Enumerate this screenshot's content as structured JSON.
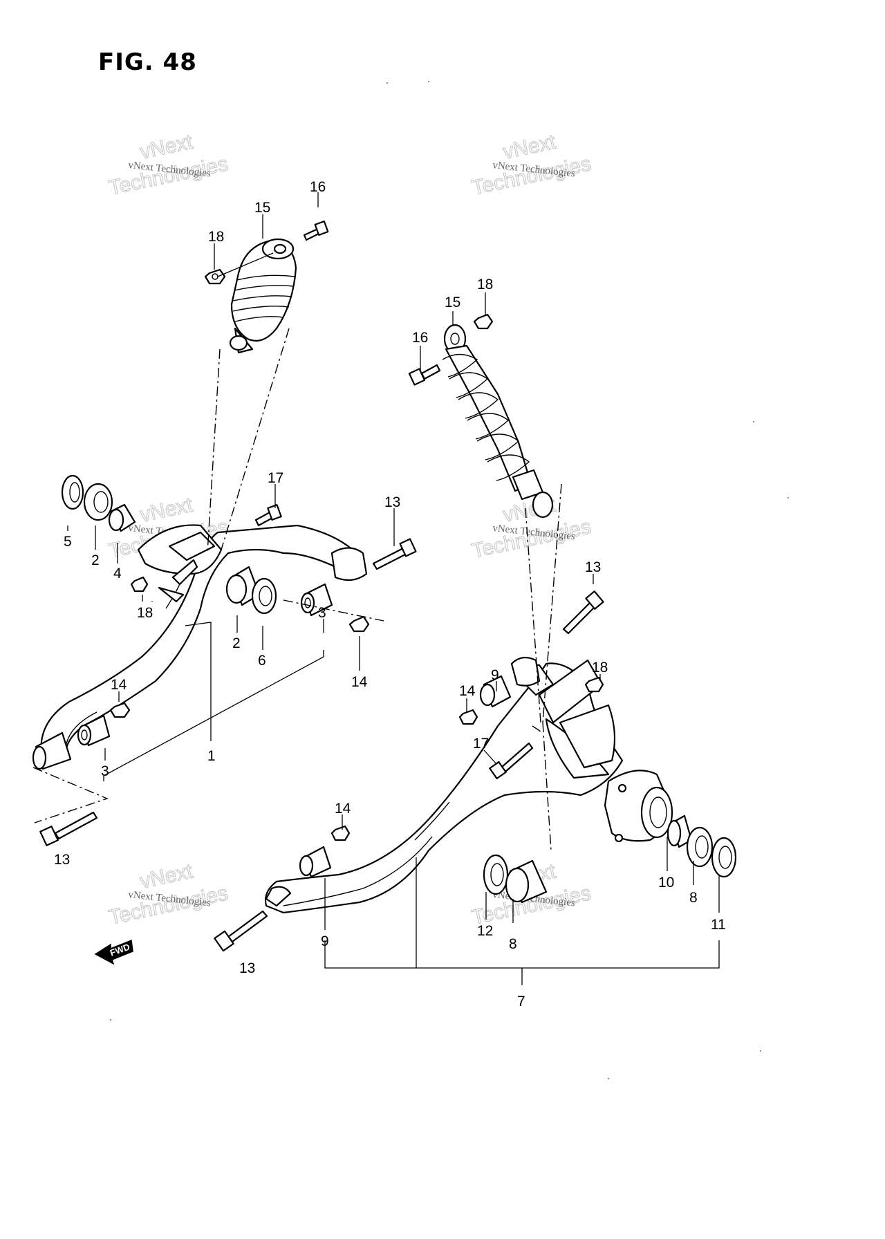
{
  "figure": {
    "title": "FIG. 48"
  },
  "watermark": {
    "brand_line": "vNext Technologies",
    "big_line_1": "vNext",
    "big_line_2": "Technologies"
  },
  "forward_badge": {
    "label": "FWD"
  },
  "callouts": [
    "16",
    "15",
    "18",
    "18",
    "15",
    "16",
    "17",
    "13",
    "5",
    "2",
    "4",
    "18",
    "2",
    "6",
    "3",
    "14",
    "14",
    "3",
    "1",
    "13",
    "13",
    "9",
    "14",
    "18",
    "17",
    "14",
    "10",
    "8",
    "11",
    "12",
    "8",
    "9",
    "13",
    "7"
  ]
}
